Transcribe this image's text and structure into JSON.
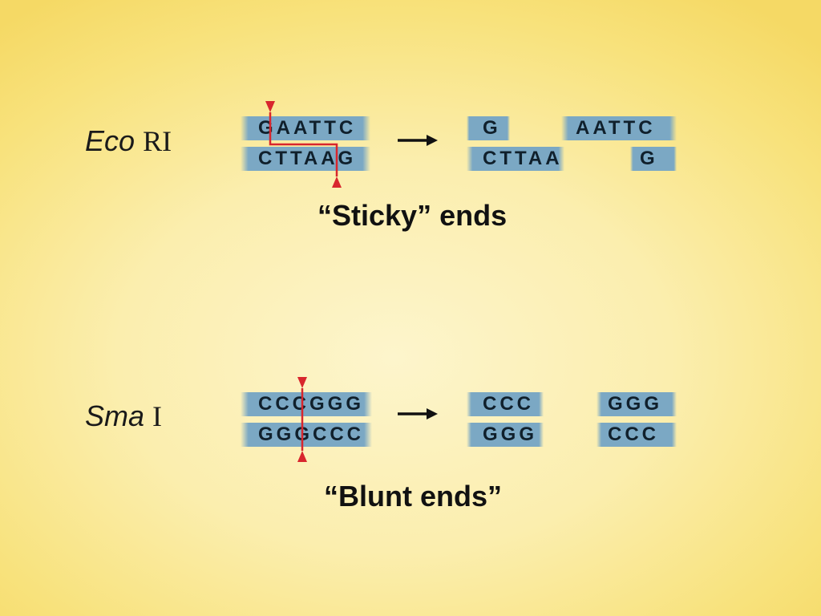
{
  "eco": {
    "name_italic": "Eco",
    "name_roman": "RI",
    "top_strand": "GAATTC",
    "bottom_strand": "CTTAAG",
    "product_left_top": "G",
    "product_left_bottom": "CTTAA",
    "product_right_top": "AATTC",
    "product_right_bottom": "G",
    "caption": "“Sticky” ends"
  },
  "sma": {
    "name_italic": "Sma",
    "name_roman": "I",
    "top_strand": "CCCGGG",
    "bottom_strand": "GGGCCC",
    "product_left_top": "CCC",
    "product_left_bottom": "GGG",
    "product_right_top": "GGG",
    "product_right_bottom": "CCC",
    "caption": "“Blunt ends”"
  },
  "colors": {
    "strand_fill": "#7ba8c4",
    "cut_marker": "#d8262d",
    "text": "#10202c"
  }
}
